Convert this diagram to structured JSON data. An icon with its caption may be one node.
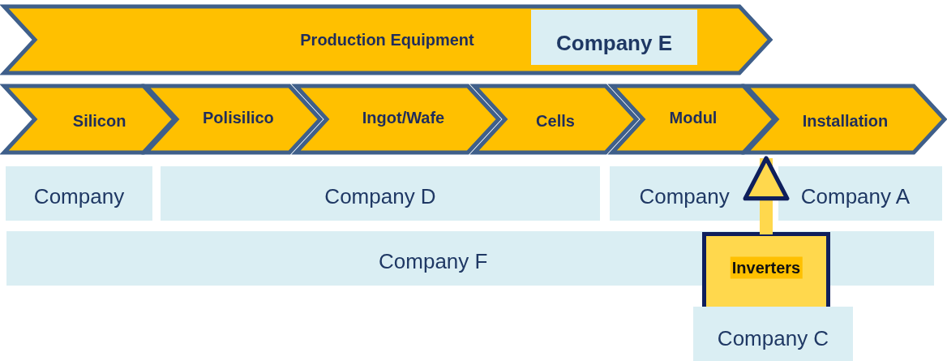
{
  "diagram": {
    "nodes": [
      {
        "text": [
          "Production Equipment"
        ]
      },
      {
        "text": [
          "Company E"
        ],
        "in": 0
      },
      {
        "text": [
          "Silicon"
        ]
      },
      {
        "text": [
          "Polisilico"
        ]
      },
      {
        "text": [
          "Ingot/Wafe"
        ]
      },
      {
        "text": [
          "Cells"
        ]
      },
      {
        "text": [
          "Modul"
        ]
      },
      {
        "text": [
          "Installation"
        ]
      },
      {
        "text": [
          "Company"
        ]
      },
      {
        "text": [
          "Company D"
        ]
      },
      {
        "text": [
          "Company"
        ]
      },
      {
        "text": [
          "Company A"
        ]
      },
      {
        "text": [
          "Company F"
        ]
      },
      {
        "text": [
          "Inverters"
        ]
      },
      {
        "text": [
          "Company C"
        ]
      }
    ],
    "edges": [
      {
        "from": 13,
        "to": 7,
        "arrow": "to"
      }
    ]
  }
}
